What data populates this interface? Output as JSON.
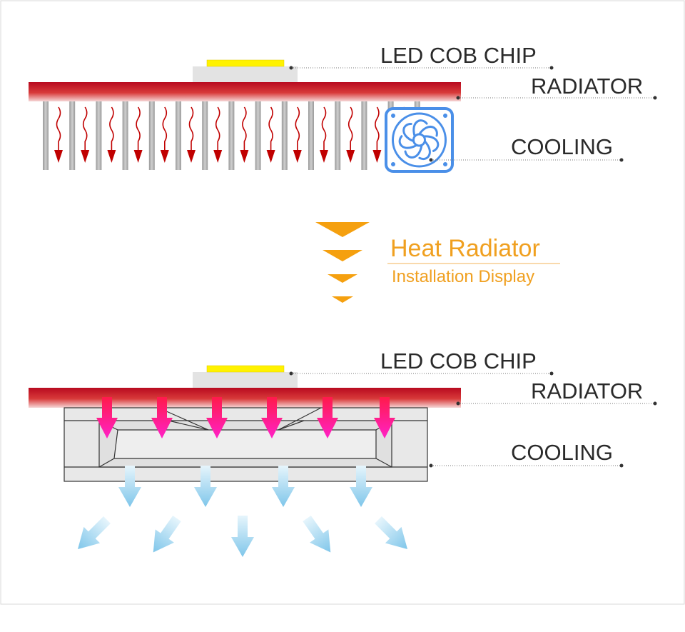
{
  "top_diagram": {
    "chip_label": "LED COB CHIP",
    "radiator_label": "RADIATOR",
    "cooling_label": "COOLING",
    "fin_count": 15,
    "icons": [
      "heat-wave-arrow-icon",
      "fan-icon"
    ]
  },
  "center_title": {
    "main": "Heat Radiator",
    "sub": "Installation Display",
    "icon": "chevron-down-stack-icon"
  },
  "bottom_diagram": {
    "chip_label": "LED COB CHIP",
    "radiator_label": "RADIATOR",
    "cooling_label": "COOLING",
    "heat_arrow_count": 6,
    "air_arrow_count": 9,
    "icons": [
      "heat-arrow-icon",
      "airflow-arrow-icon"
    ]
  },
  "colors": {
    "chip": "#fff200",
    "radiator": "#c8102e",
    "heat_arrow_top": "#c00000",
    "heat_arrow_bottom": "#ff1493",
    "airflow": "#9ad4ee",
    "fan": "#4a8fe8",
    "accent": "#f39c12",
    "text": "#2a2a2a"
  }
}
